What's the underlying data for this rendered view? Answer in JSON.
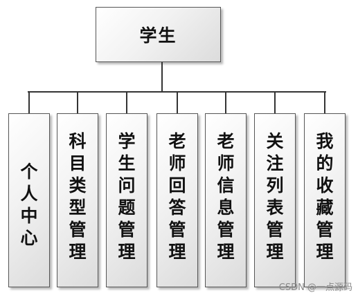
{
  "root": {
    "label": "学生"
  },
  "children": [
    {
      "label": "个人中心"
    },
    {
      "label": "科目类型管理"
    },
    {
      "label": "学生问题管理"
    },
    {
      "label": "老师回答管理"
    },
    {
      "label": "老师信息管理"
    },
    {
      "label": "关注列表管理"
    },
    {
      "label": "我的收藏管理"
    }
  ],
  "watermark": "CSDN @一点源码",
  "colors": {
    "box_border": "#555555",
    "line": "#333333"
  }
}
